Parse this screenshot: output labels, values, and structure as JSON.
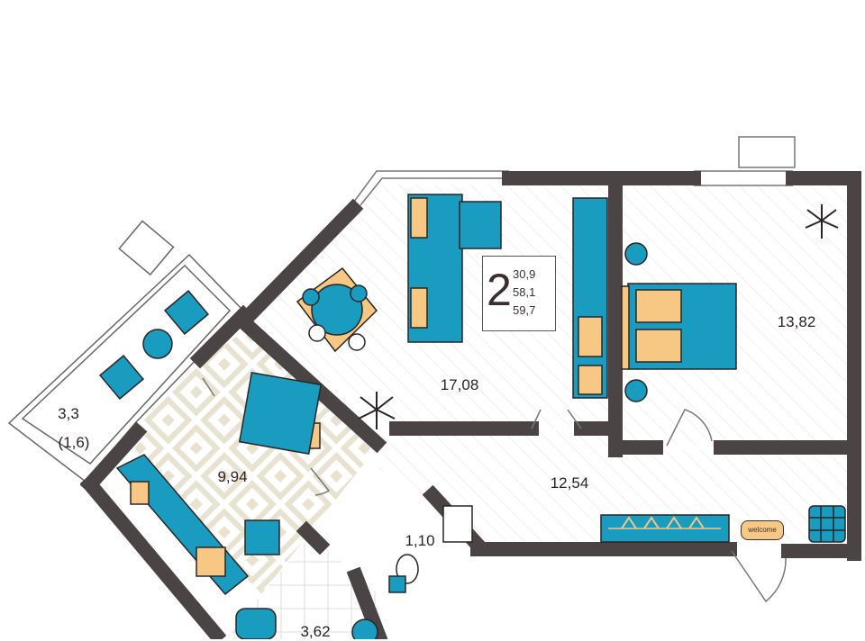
{
  "apartment": {
    "rooms_count": "2",
    "areas": [
      "30,9",
      "58,1",
      "59,7"
    ]
  },
  "rooms": {
    "living_room": "17,08",
    "bedroom": "13,82",
    "hall": "12,54",
    "kitchen": "9,94",
    "balcony": "3,3",
    "balcony_reduced": "(1,6)",
    "toilet": "1,10",
    "bathroom": "3,62"
  },
  "doormat_text": "welcome",
  "colors": {
    "wall": "#4a4444",
    "furniture": "#1a9bc0",
    "accent": "#f6c884",
    "floor_pattern": "#ece6d6"
  }
}
